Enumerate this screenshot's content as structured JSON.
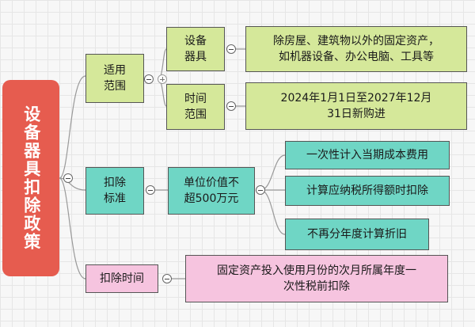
{
  "root": {
    "label": "设备器具扣除政策"
  },
  "branches": {
    "scope": {
      "label": "适用\n范围",
      "equipment": {
        "label": "设备\n器具",
        "detail": "除房屋、建筑物以外的固定资产，\n如机器设备、办公电脑、工具等"
      },
      "period": {
        "label": "时间\n范围",
        "detail": "2024年1月1日至2027年12月\n31日新购进"
      }
    },
    "deduction": {
      "label": "扣除\n标准",
      "value": {
        "label": "单位价值不\n超500万元",
        "rules": [
          "一次性计入当期成本费用",
          "计算应纳税所得额时扣除",
          "不再分年度计算折旧"
        ]
      }
    },
    "timing": {
      "label": "扣除时间",
      "detail": "固定资产投入使用月份的次月所属年度一\n次性税前扣除"
    }
  }
}
